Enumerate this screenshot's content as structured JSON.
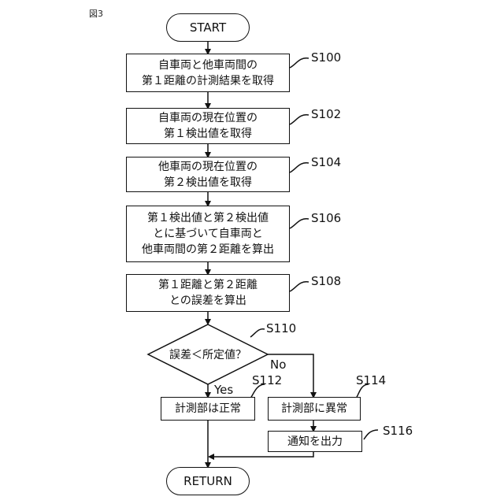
{
  "figure_label": "図3",
  "nodes": {
    "start": "START",
    "s100_line1": "自車両と他車両間の",
    "s100_line2": "第１距離の計測結果を取得",
    "s102_line1": "自車両の現在位置の",
    "s102_line2": "第１検出値を取得",
    "s104_line1": "他車両の現在位置の",
    "s104_line2": "第２検出値を取得",
    "s106_line1": "第１検出値と第２検出値",
    "s106_line2": "とに基づいて自車両と",
    "s106_line3": "他車両間の第２距離を算出",
    "s108_line1": "第１距離と第２距離",
    "s108_line2": "との誤差を算出",
    "s110": "誤差＜所定値？",
    "s112": "計測部は正常",
    "s114": "計測部に異常",
    "s116": "通知を出力",
    "return": "RETURN"
  },
  "step_labels": {
    "s100": "S100",
    "s102": "S102",
    "s104": "S104",
    "s106": "S106",
    "s108": "S108",
    "s110": "S110",
    "s112": "S112",
    "s114": "S114",
    "s116": "S116"
  },
  "branches": {
    "yes": "Yes",
    "no": "No"
  }
}
